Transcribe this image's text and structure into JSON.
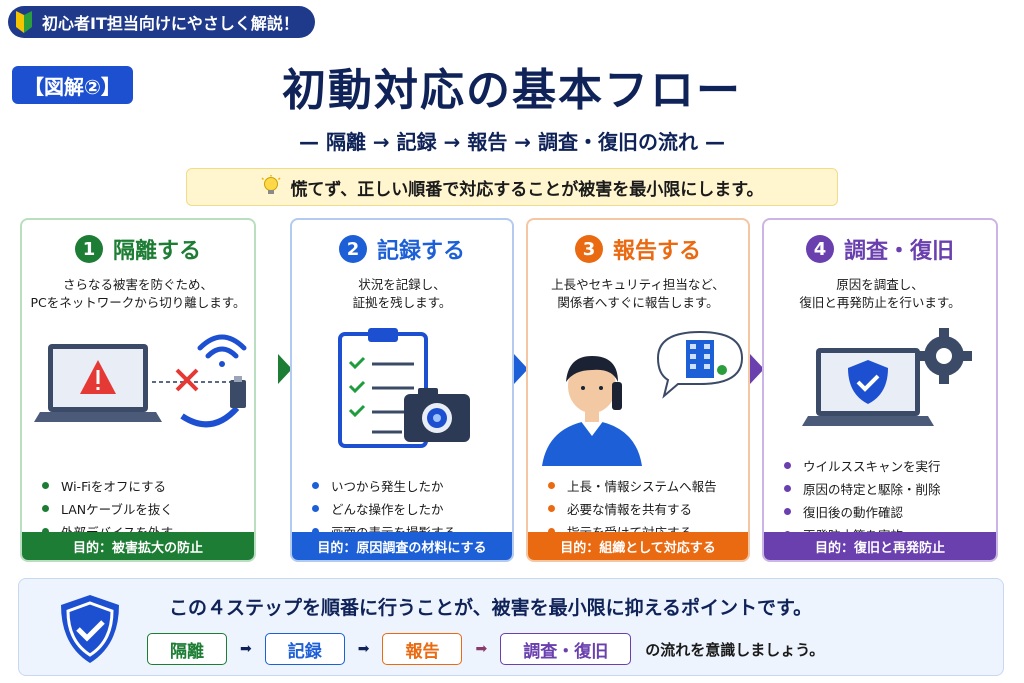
{
  "header": {
    "badge": "初心者IT担当向けにやさしく解説！",
    "zukai": "【図解②】",
    "title": "初動対応の基本フロー",
    "subtitle": "— 隔離 → 記録 → 報告 → 調査・復旧の流れ —",
    "tip": "慌てず、正しい順番で対応することが被害を最小限にします。"
  },
  "steps": [
    {
      "num": "1",
      "title": "隔離する",
      "color": "#1e7d34",
      "desc1": "さらなる被害を防ぐため、",
      "desc2": "PCをネットワークから切り離します。",
      "bullets": [
        "Wi-Fiをオフにする",
        "LANケーブルを抜く",
        "外部デバイスを外す"
      ],
      "purpose": "目的：被害拡大の防止"
    },
    {
      "num": "2",
      "title": "記録する",
      "color": "#1d5fd6",
      "desc1": "状況を記録し、",
      "desc2": "証拠を残します。",
      "bullets": [
        "いつから発生したか",
        "どんな操作をしたか",
        "画面の表示を撮影する"
      ],
      "purpose": "目的：原因調査の材料にする"
    },
    {
      "num": "3",
      "title": "報告する",
      "color": "#ea6a12",
      "desc1": "上長やセキュリティ担当など、",
      "desc2": "関係者へすぐに報告します。",
      "bullets": [
        "上長・情報システムへ報告",
        "必要な情報を共有する",
        "指示を受けて対応する"
      ],
      "purpose": "目的：組織として対応する"
    },
    {
      "num": "4",
      "title": "調査・復旧",
      "color": "#6a3fae",
      "desc1": "原因を調査し、",
      "desc2": "復旧と再発防止を行います。",
      "bullets": [
        "ウイルススキャンを実行",
        "原因の特定と駆除・削除",
        "復旧後の動作確認",
        "再発防止策を実施"
      ],
      "purpose": "目的：復旧と再発防止"
    }
  ],
  "summary": {
    "text": "この４ステップを順番に行うことが、被害を最小限に抑えるポイントです。",
    "chips": [
      "隔離",
      "記録",
      "報告",
      "調査・復旧"
    ],
    "tail": "の流れを意識しましょう。"
  }
}
